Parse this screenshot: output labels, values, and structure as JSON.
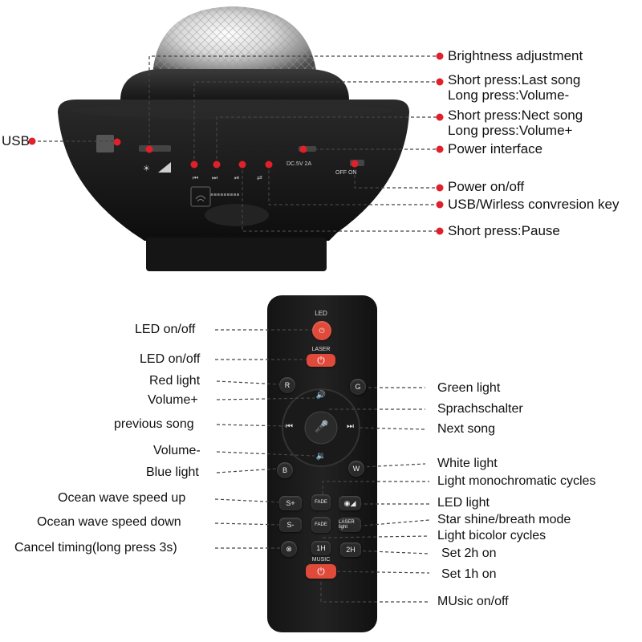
{
  "device_labels": {
    "brightness": "Brightness adjustment",
    "last_song_1": "Short press:Last song",
    "last_song_2": "Long press:Volume-",
    "next_song_1": "Short press:Nect song",
    "next_song_2": "Long press:Volume+",
    "power_interface": "Power interface",
    "usb": "USB",
    "power_onoff": "Power on/off",
    "usb_wireless": "USB/Wirless convresion key",
    "pause": "Short press:Pause"
  },
  "device_text": {
    "dc": "DC.5V 2A",
    "off_on": "OFF ON"
  },
  "remote_labels_left": {
    "led_onoff_1": "LED on/off",
    "led_onoff_2": "LED on/off",
    "red_light": "Red light",
    "volume_plus": "Volume+",
    "previous_song": "previous song",
    "volume_minus": "Volume-",
    "blue_light": "Blue light",
    "ocean_up": "Ocean wave speed up",
    "ocean_down": "Ocean wave speed down",
    "cancel_timing": "Cancel timing(long press 3s)"
  },
  "remote_labels_right": {
    "green_light": "Green light",
    "sprachschalter": "Sprachschalter",
    "next_song": "Next song",
    "white_light": "White light",
    "mono_cycles": "Light monochromatic cycles",
    "led_light": "LED light",
    "star_shine": "Star shine/breath mode",
    "bicolor": "Light bicolor cycles",
    "set_2h": "Set 2h on",
    "set_1h": "Set 1h on",
    "music_onoff": "MUsic on/off"
  },
  "remote_buttons": {
    "led": "LED",
    "laser": "LASER",
    "r": "R",
    "g": "G",
    "b": "B",
    "w": "W",
    "s_plus": "S+",
    "s_minus": "S-",
    "fade": "FADE",
    "fade2": "FADE",
    "laser_light": "LASER light",
    "one_h": "1H",
    "two_h": "2H",
    "music": "MUSIC"
  },
  "colors": {
    "marker_red": "#e0202a",
    "accent_button": "#e04a3a",
    "device_body": "#1c1c1c"
  }
}
